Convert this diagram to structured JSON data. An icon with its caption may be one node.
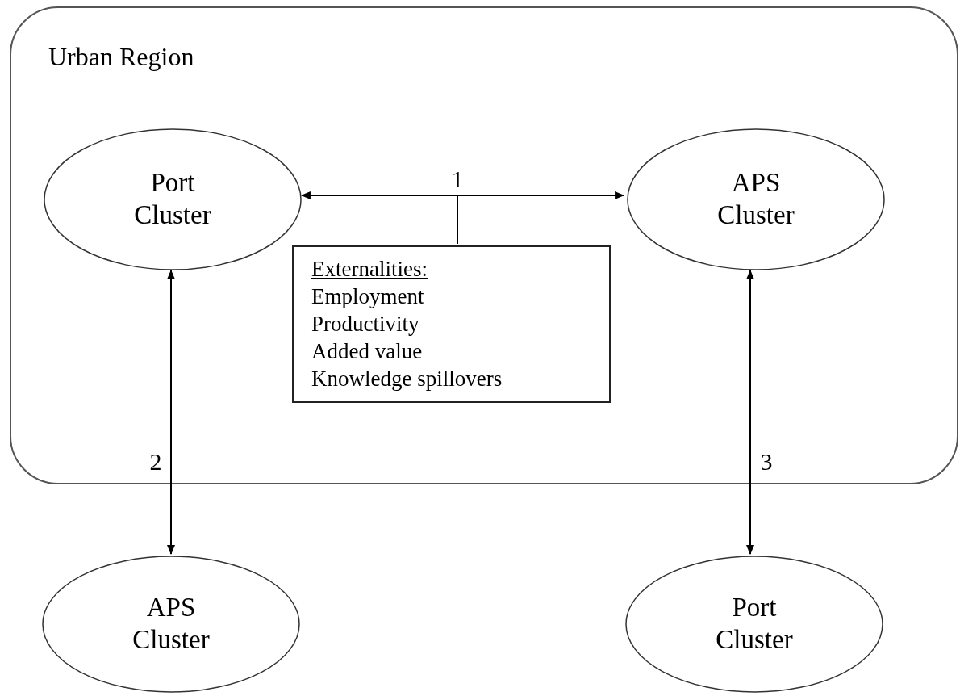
{
  "diagram": {
    "nodes": [
      {
        "text": [
          "Urban Region"
        ]
      },
      {
        "text": [
          "Port Cluster"
        ],
        "in": 0
      },
      {
        "text": [
          "APS Cluster"
        ],
        "in": 0
      },
      {
        "text": [
          "Externalities:",
          "Employment",
          "Productivity",
          "Added value",
          "Knowledge spillovers"
        ],
        "in": 0
      },
      {
        "text": [
          "APS Cluster"
        ]
      },
      {
        "text": [
          "Port Cluster"
        ]
      }
    ],
    "edges": [
      {
        "from": 1,
        "to": 2,
        "arrow": "both",
        "label": "1"
      },
      {
        "from": 1,
        "to": 4,
        "arrow": "both",
        "label": "2"
      },
      {
        "from": 2,
        "to": 5,
        "arrow": "both",
        "label": "3"
      },
      {
        "from": 3,
        "to": null,
        "arrow": "none"
      }
    ]
  }
}
